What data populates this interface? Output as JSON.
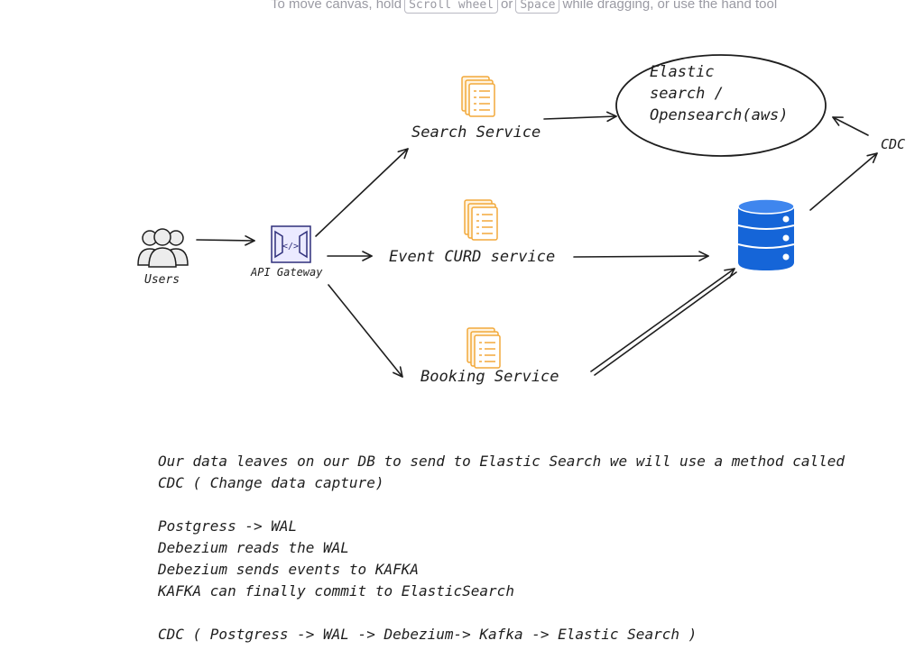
{
  "hint": {
    "prefix": "To move canvas, hold",
    "key1": "Scroll wheel",
    "mid": "or",
    "key2": "Space",
    "suffix": "while dragging, or use the hand tool"
  },
  "nodes": {
    "users": "Users",
    "api_gateway": "API Gateway",
    "search_service": "Search Service",
    "event_service": "Event CURD service",
    "booking_service": "Booking Service",
    "elastic_line1": "Elastic",
    "elastic_line2": "search /",
    "elastic_line3": "Opensearch(aws)",
    "cdc": "CDC"
  },
  "notes": [
    "Our data leaves on our DB to send to Elastic Search we will use a method called",
    "CDC ( Change data capture)",
    "",
    "Postgress -> WAL",
    "Debezium reads the WAL",
    "Debezium sends events to KAFKA",
    "KAFKA can finally commit to ElasticSearch",
    "",
    "CDC ( Postgress -> WAL -> Debezium-> Kafka -> Elastic Search )"
  ],
  "colors": {
    "stroke": "#1e1e1e",
    "service_icon": "#f2a93b",
    "service_fill": "#fff3df",
    "db_blue": "#1565d8",
    "gateway": "#2f2f7a",
    "gateway_fill": "#ebeaff",
    "hint_text": "#9a9aa3"
  }
}
